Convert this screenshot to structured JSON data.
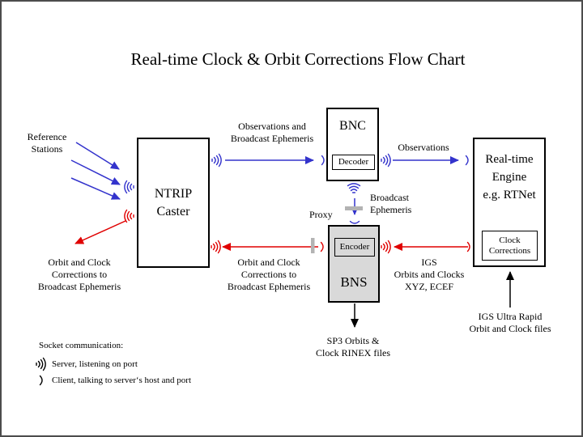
{
  "title": "Real-time Clock & Orbit Corrections Flow Chart",
  "nodes": {
    "ntrip_caster": {
      "lines": [
        "NTRIP",
        "Caster"
      ]
    },
    "bnc": {
      "label": "BNC",
      "decoder": "Decoder"
    },
    "bns": {
      "label": "BNS",
      "encoder": "Encoder"
    },
    "realtime_engine": {
      "lines": [
        "Real-time",
        "Engine",
        "e.g. RTNet"
      ],
      "clock_corrections": [
        "Clock",
        "Corrections"
      ]
    }
  },
  "labels": {
    "reference_stations": [
      "Reference",
      "Stations"
    ],
    "observations_and_broadcast_ephemeris": [
      "Observations and",
      "Broadcast Ephemeris"
    ],
    "observations": "Observations",
    "broadcast_ephemeris": [
      "Broadcast",
      "Ephemeris"
    ],
    "proxy": "Proxy",
    "orbit_clock_corrections_left": [
      "Orbit and Clock",
      "Corrections to",
      "Broadcast Ephemeris"
    ],
    "orbit_clock_corrections_mid": [
      "Orbit and Clock",
      "Corrections to",
      "Broadcast Ephemeris"
    ],
    "igs_orbits_clocks": [
      "IGS",
      "Orbits and Clocks",
      "XYZ, ECEF"
    ],
    "sp3_files": [
      "SP3 Orbits &",
      "Clock RINEX files"
    ],
    "igs_ultra_rapid": [
      "IGS Ultra Rapid",
      "Orbit and Clock files"
    ]
  },
  "legend": {
    "title": "Socket communication:",
    "server": "Server, listening on port",
    "client": "Client, talking to server‘s host and port"
  },
  "icons": {
    "server": "socket-server-icon (waves, listening port)",
    "client": "socket-client-icon (single arc)",
    "proxy_bar": "proxy-firewall-bar"
  },
  "colors": {
    "blue": "#3333cc",
    "red": "#e00000",
    "black": "#000000",
    "proxy_gray": "#b3b3b3",
    "bns_fill": "#d9d9d9",
    "page_border": "#4c4c4c"
  }
}
